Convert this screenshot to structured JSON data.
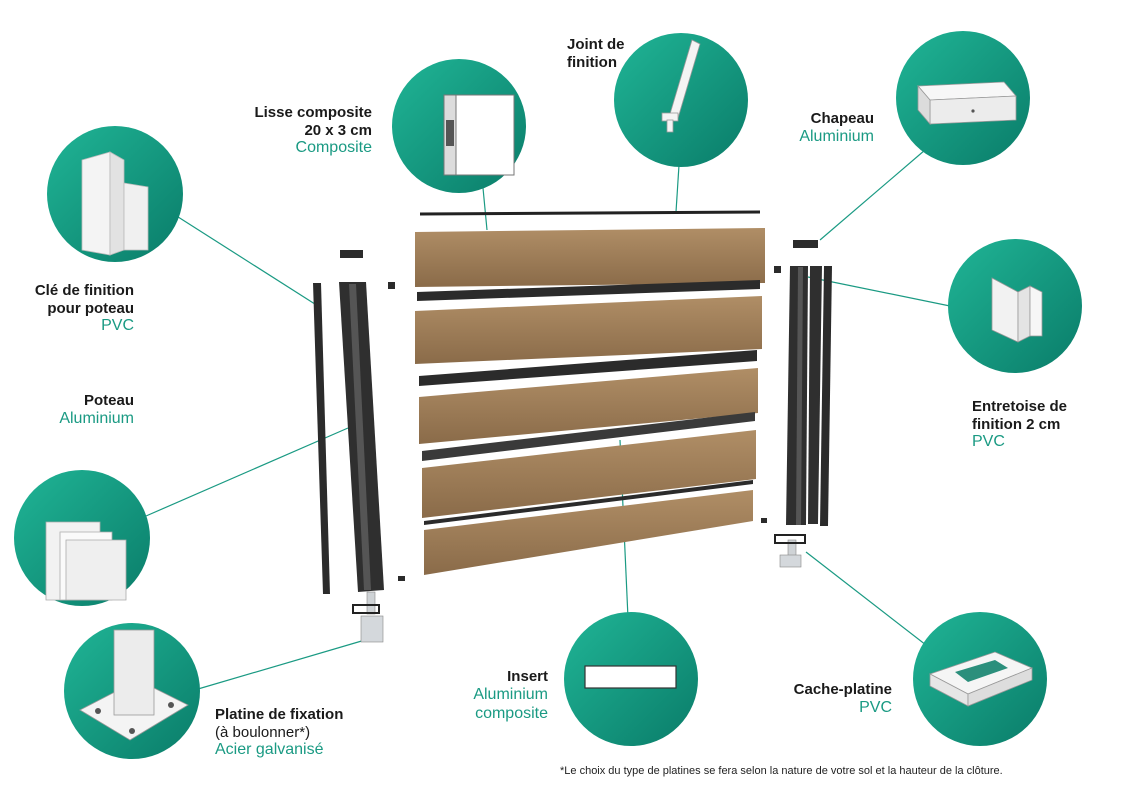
{
  "labels": {
    "joint": {
      "title_l1": "Joint de",
      "title_l2": "finition"
    },
    "lisse": {
      "title_l1": "Lisse composite",
      "title_l2": "20 x 3 cm",
      "material": "Composite"
    },
    "chapeau": {
      "title": "Chapeau",
      "material": "Aluminium"
    },
    "cle": {
      "title_l1": "Clé de finition",
      "title_l2": "pour poteau",
      "material": "PVC"
    },
    "poteau": {
      "title": "Poteau",
      "material": "Aluminium"
    },
    "entretoise": {
      "title_l1": "Entretoise de",
      "title_l2": "finition 2 cm",
      "material": "PVC"
    },
    "insert": {
      "title": "Insert",
      "material_l1": "Aluminium",
      "material_l2": "composite"
    },
    "cache": {
      "title": "Cache-platine",
      "material": "PVC"
    },
    "platine": {
      "title": "Platine de fixation",
      "subtitle": "(à boulonner*)",
      "material": "Acier galvanisé"
    }
  },
  "footnote": "*Le choix du type de platines se fera selon la nature de votre sol et la hauteur de la clôture.",
  "colors": {
    "teal": "#0f9a82",
    "teal_dark": "#0b7f6c",
    "wood": "#9a7b57",
    "aluminium": "#2b2b2b",
    "label_material": "#1a9a83"
  }
}
